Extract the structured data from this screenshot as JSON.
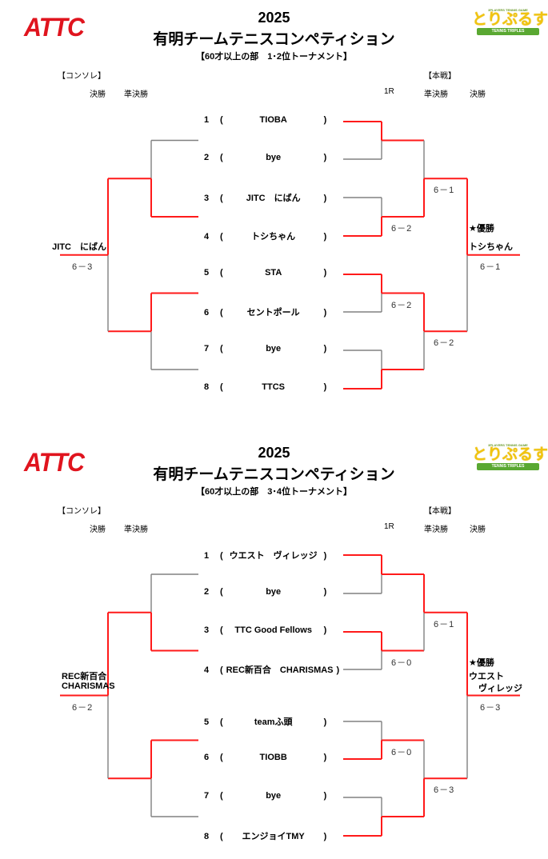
{
  "colors": {
    "win": "#ff1a1a",
    "lose": "#808080",
    "logo_red": "#e0141e",
    "logo_yellow": "#f1c40f"
  },
  "logos": {
    "left": "ATTC",
    "right_small": "3PLAYERS TENNIS GAME",
    "right_main": "とりぷるす",
    "right_ribbon": "TENNIS TRIPLES"
  },
  "brackets": [
    {
      "year": "2025",
      "title": "有明チームテニスコンペティション",
      "subtitle": "【60才以上の部　1･2位トーナメント】",
      "consolation_label": "【コンソレ】",
      "main_label": "【本戦】",
      "cons_rounds": [
        "決勝",
        "準決勝"
      ],
      "main_rounds": [
        "1R",
        "準決勝",
        "決勝"
      ],
      "entries": [
        {
          "num": "1",
          "name": "TIOBA"
        },
        {
          "num": "2",
          "name": "bye"
        },
        {
          "num": "3",
          "name": "JITC　にばん"
        },
        {
          "num": "4",
          "name": "トシちゃん"
        },
        {
          "num": "5",
          "name": "STA"
        },
        {
          "num": "6",
          "name": "セントポール"
        },
        {
          "num": "7",
          "name": "bye"
        },
        {
          "num": "8",
          "name": "TTCS"
        }
      ],
      "main": {
        "r1_winner": [
          "top",
          "bottom",
          "top",
          "bottom"
        ],
        "r1_scores": [
          "",
          "6－2",
          "6－2",
          ""
        ],
        "sf_winner": [
          "bottom",
          "top"
        ],
        "sf_scores": [
          "6－1",
          "6－2"
        ],
        "final_winner": "top",
        "final_score": "6－1",
        "champion_label": "★優勝",
        "champion": [
          "トシちゃん"
        ]
      },
      "consolation": {
        "sf_winner": [
          "bottom",
          "top"
        ],
        "final_winner": "top",
        "final_score": "6－3",
        "winner": [
          "JITC　にばん"
        ]
      }
    },
    {
      "year": "2025",
      "title": "有明チームテニスコンペティション",
      "subtitle": "【60才以上の部　3･4位トーナメント】",
      "consolation_label": "【コンソレ】",
      "main_label": "【本戦】",
      "cons_rounds": [
        "決勝",
        "準決勝"
      ],
      "main_rounds": [
        "1R",
        "準決勝",
        "決勝"
      ],
      "entries": [
        {
          "num": "1",
          "name": "ウエスト　ヴィレッジ"
        },
        {
          "num": "2",
          "name": "bye"
        },
        {
          "num": "3",
          "name": "TTC Good Fellows"
        },
        {
          "num": "4",
          "name": "REC新百合　CHARISMAS"
        },
        {
          "num": "5",
          "name": "teamふ頭"
        },
        {
          "num": "6",
          "name": "TIOBB"
        },
        {
          "num": "7",
          "name": "bye"
        },
        {
          "num": "8",
          "name": "エンジョイTMY"
        }
      ],
      "main": {
        "r1_winner": [
          "top",
          "top",
          "bottom",
          "bottom"
        ],
        "r1_scores": [
          "",
          "6－0",
          "6－0",
          ""
        ],
        "sf_winner": [
          "top",
          "bottom"
        ],
        "sf_scores": [
          "6－1",
          "6－3"
        ],
        "final_winner": "top",
        "final_score": "6－3",
        "champion_label": "★優勝",
        "champion": [
          "ウエスト",
          "ヴィレッジ"
        ]
      },
      "consolation": {
        "sf_winner": [
          "bottom",
          "top"
        ],
        "final_winner": "top",
        "final_score": "6－2",
        "winner": [
          "REC新百合",
          "CHARISMAS"
        ]
      }
    }
  ]
}
